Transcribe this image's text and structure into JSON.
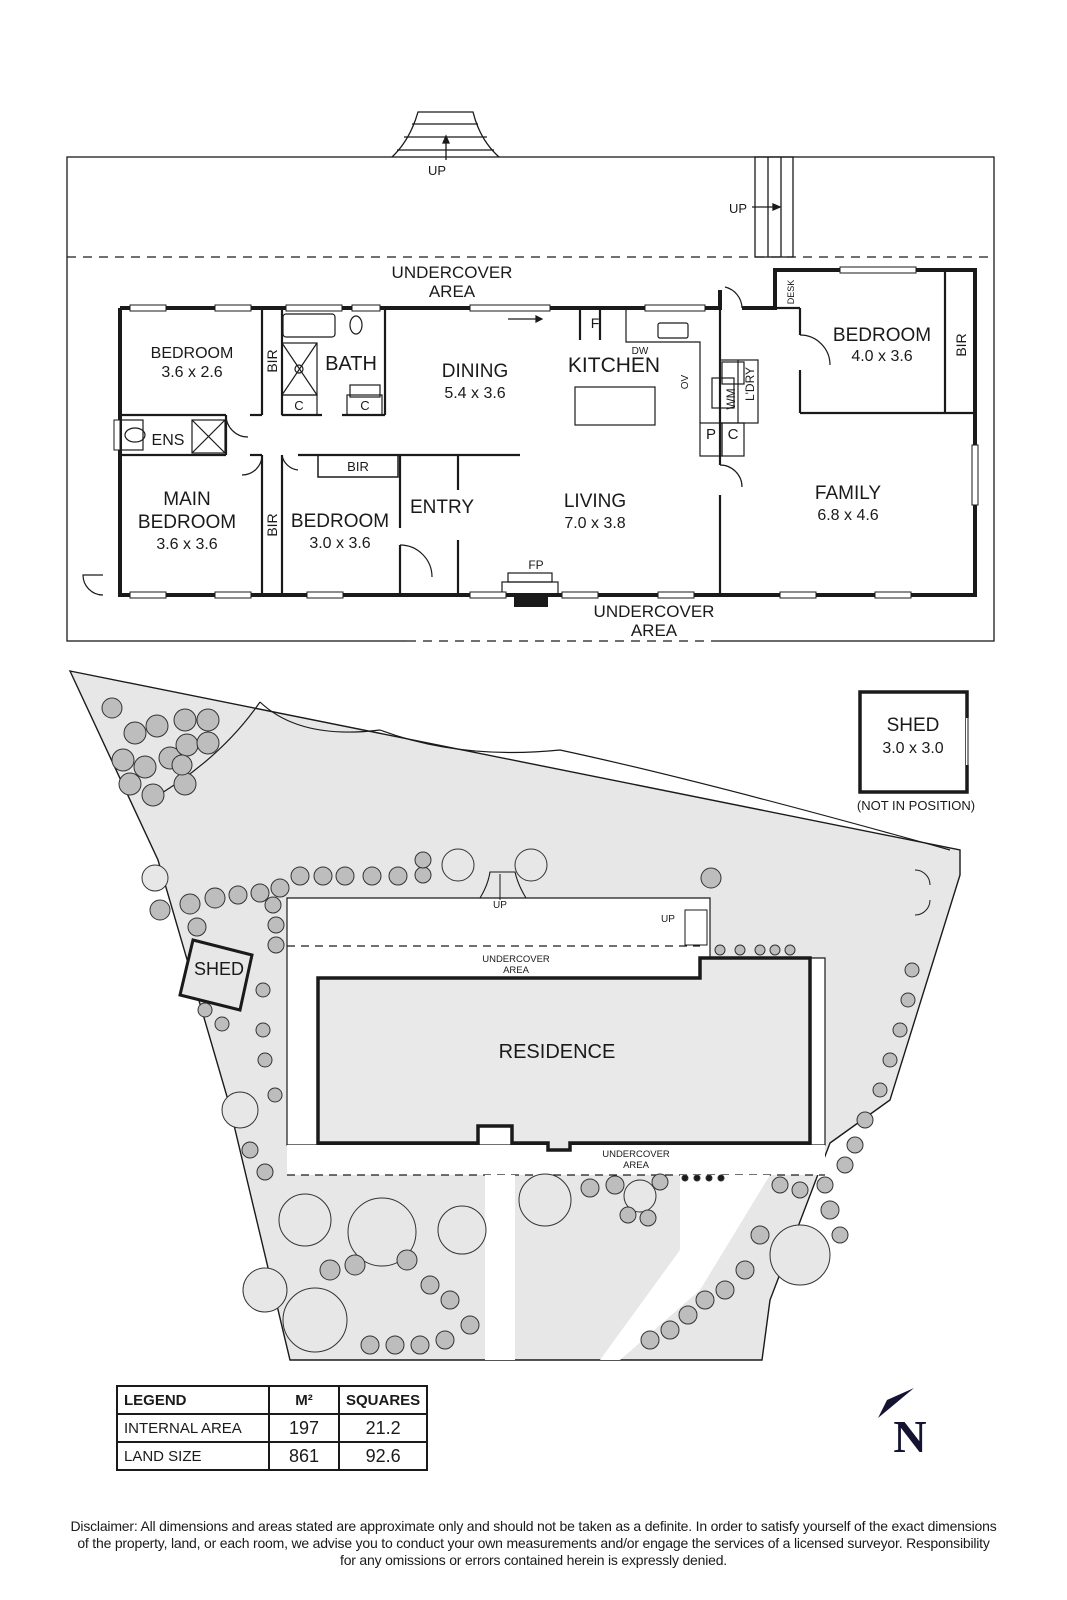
{
  "floorplan": {
    "stairs_top_label": "UP",
    "stairs_right_label": "UP",
    "undercover_top": [
      "UNDERCOVER",
      "AREA"
    ],
    "undercover_bottom": [
      "UNDERCOVER",
      "AREA"
    ],
    "rooms": {
      "bedroom_nw": {
        "name": "BEDROOM",
        "dims": "3.6 x 2.6"
      },
      "bath": {
        "name": "BATH"
      },
      "ens": {
        "name": "ENS"
      },
      "dining": {
        "name": "DINING",
        "dims": "5.4 x 3.6"
      },
      "kitchen": {
        "name": "KITCHEN"
      },
      "bedroom_ne": {
        "name": "BEDROOM",
        "dims": "4.0 x 3.6"
      },
      "main_bedroom": {
        "name1": "MAIN",
        "name2": "BEDROOM",
        "dims": "3.6 x 3.6"
      },
      "bedroom_mid": {
        "name": "BEDROOM",
        "dims": "3.0 x 3.6"
      },
      "entry": {
        "name": "ENTRY"
      },
      "living": {
        "name": "LIVING",
        "dims": "7.0 x 3.8"
      },
      "family": {
        "name": "FAMILY",
        "dims": "6.8 x 4.6"
      }
    },
    "fixtures": {
      "bir": "BIR",
      "cupboard": "C",
      "fridge": "F",
      "dishwasher": "DW",
      "oven": "OV",
      "washing_machine": "WM",
      "laundry": "L'DRY",
      "pantry": "P",
      "desk": "DESK",
      "fireplace": "FP"
    }
  },
  "shed_detail": {
    "name": "SHED",
    "dims": "3.0 x 3.0",
    "note": "(NOT IN POSITION)"
  },
  "siteplan": {
    "shed_label": "SHED",
    "residence_label": "RESIDENCE",
    "undercover_top": [
      "UNDERCOVER",
      "AREA"
    ],
    "undercover_bottom": [
      "UNDERCOVER",
      "AREA"
    ],
    "stairs_top_label": "UP",
    "stairs_right_label": "UP"
  },
  "legend": {
    "headers": [
      "LEGEND",
      "M²",
      "SQUARES"
    ],
    "rows": [
      {
        "label": "INTERNAL AREA",
        "m2": "197",
        "squares": "21.2"
      },
      {
        "label": "LAND SIZE",
        "m2": "861",
        "squares": "92.6"
      }
    ]
  },
  "compass": {
    "letter": "N",
    "color": "#141432"
  },
  "disclaimer": [
    "Disclaimer: All dimensions and areas stated are approximate only and should not be taken as a definite. In order to satisfy yourself of the exact dimensions",
    "of the property, land, or each room, we advise you to conduct your own measurements and/or engage the services of a licensed surveyor. Responsibility",
    "for any omissions or errors contained herein is expressly denied."
  ]
}
